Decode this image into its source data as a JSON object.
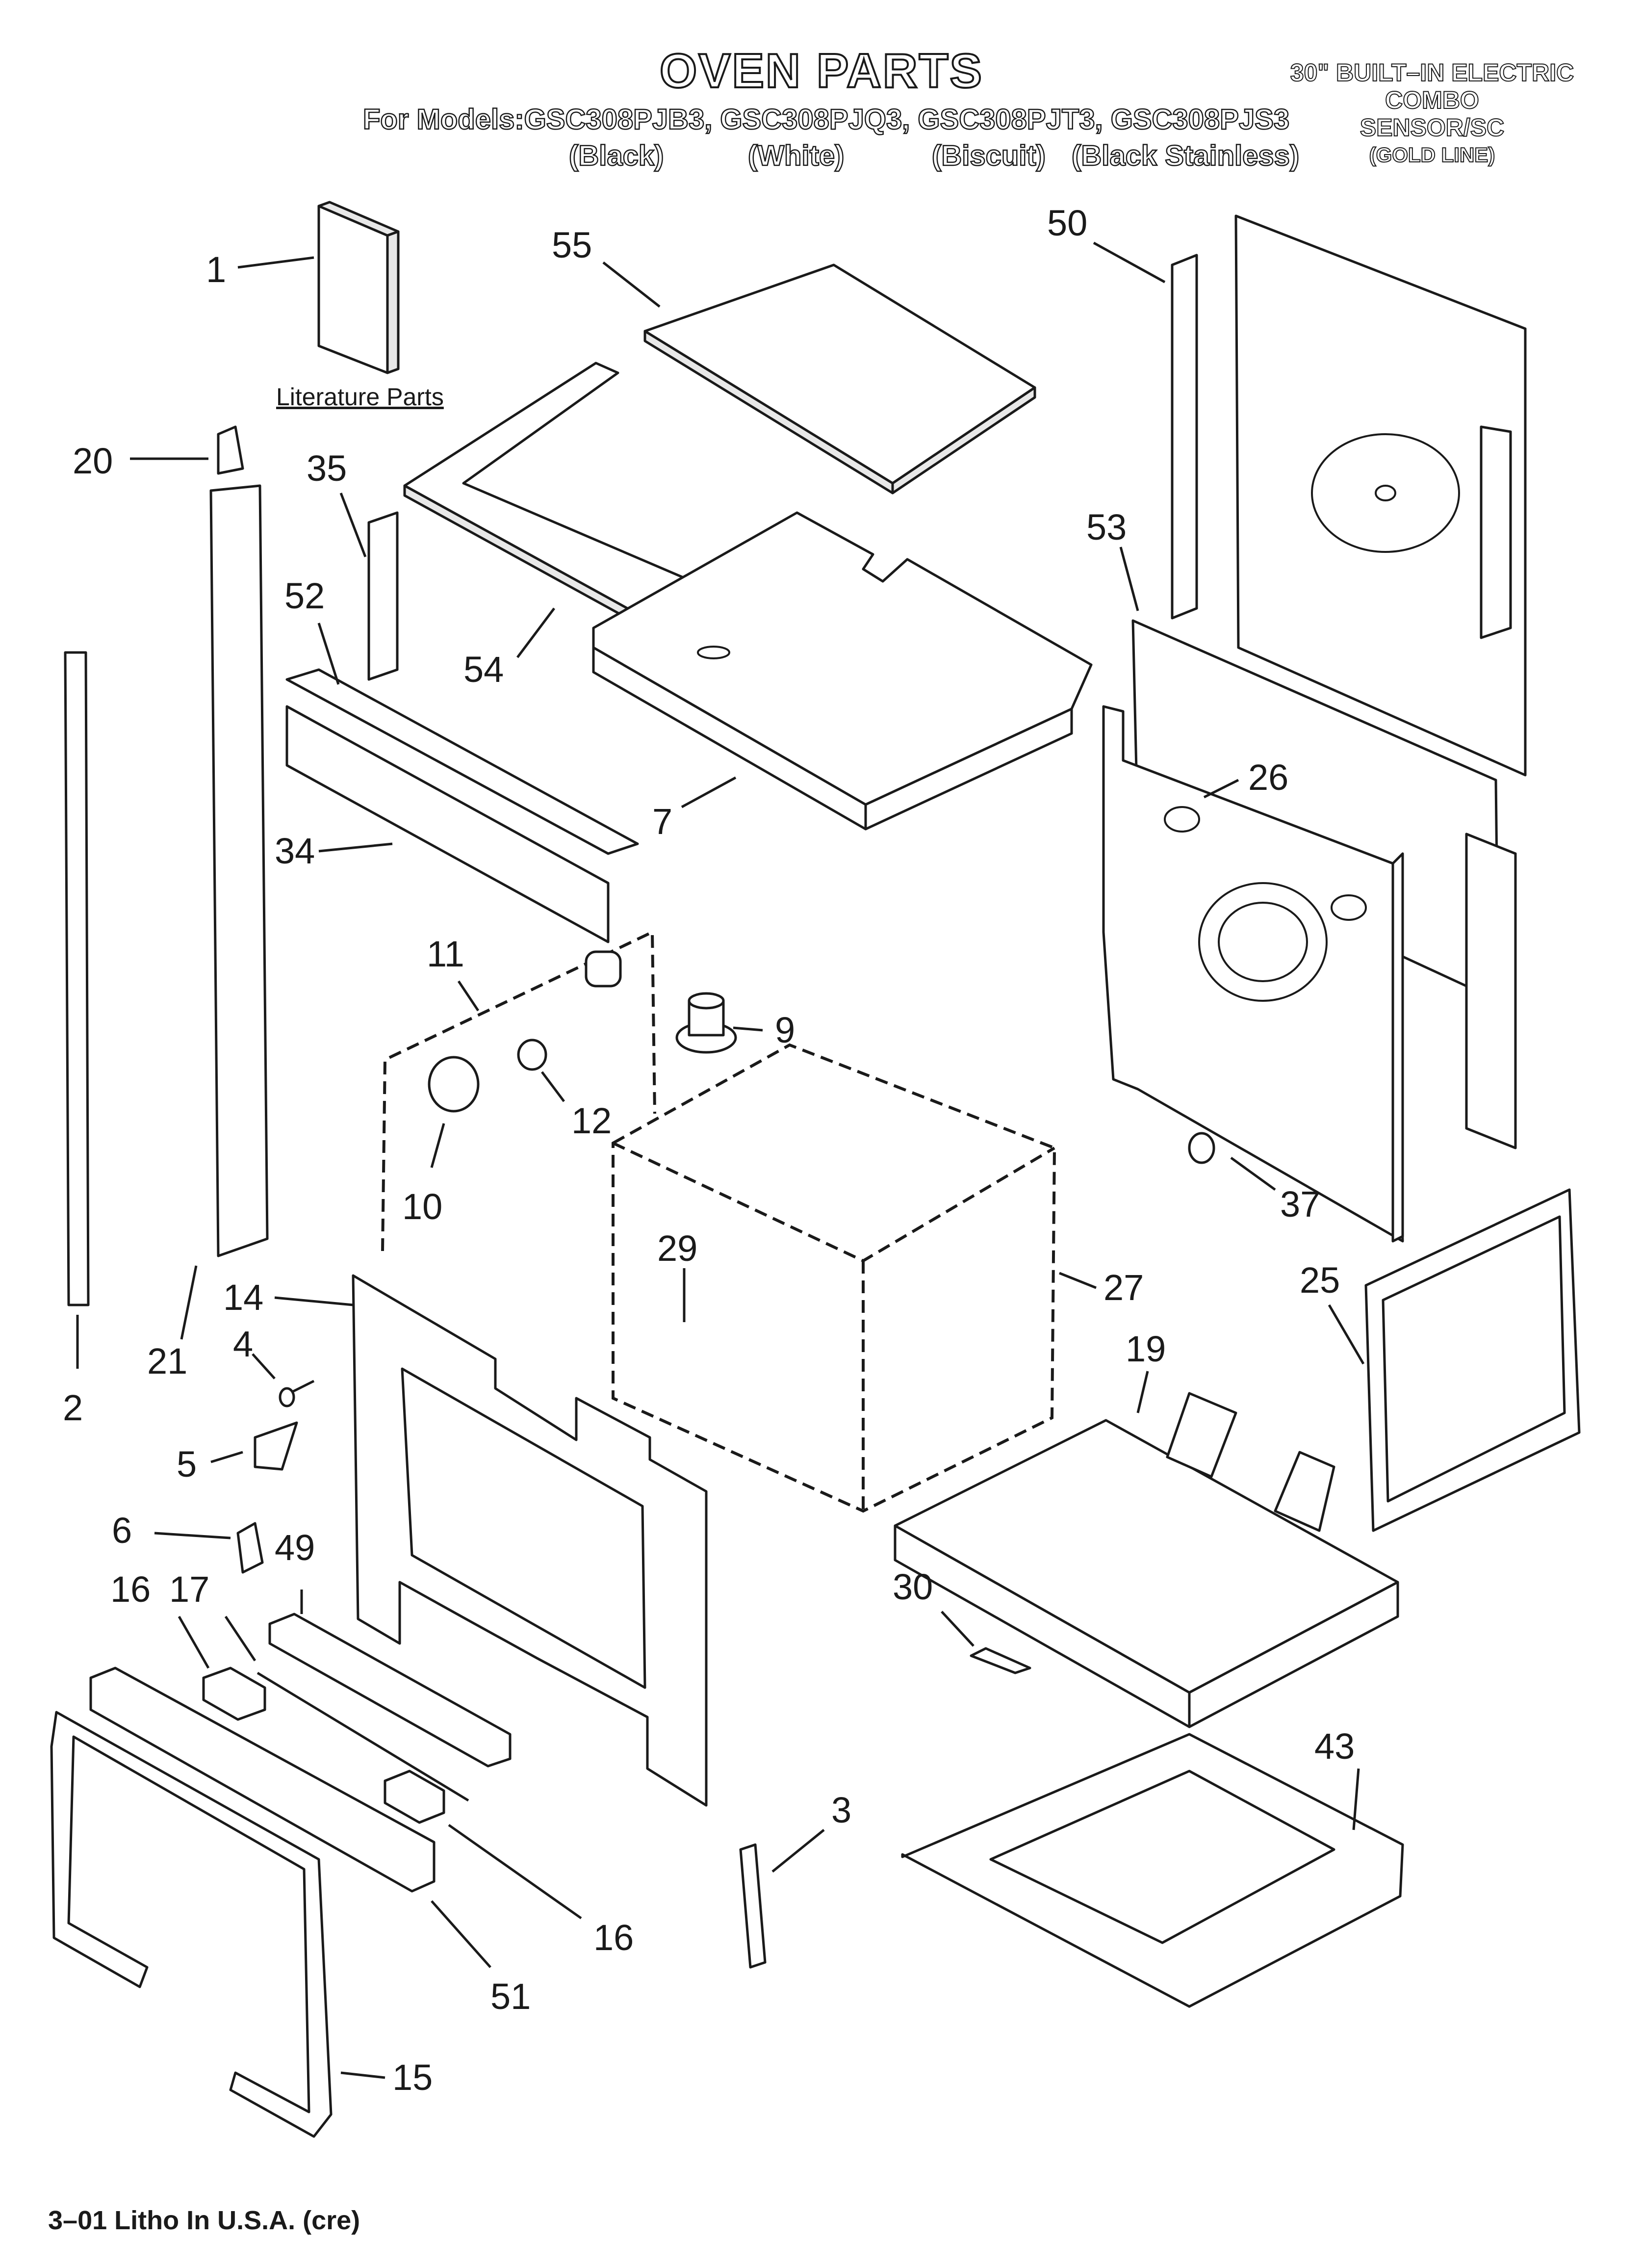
{
  "header": {
    "title": "OVEN PARTS",
    "models_line": "For Models:GSC308PJB3, GSC308PJQ3, GSC308PJT3, GSC308PJS3",
    "colors": [
      "(Black)",
      "(White)",
      "(Biscuit)",
      "(Black Stainless)"
    ],
    "spec_lines": [
      "30\" BUILT–IN ELECTRIC",
      "COMBO",
      "SENSOR/SC",
      "(GOLD LINE)"
    ]
  },
  "literature_label": "Literature Parts",
  "footer": "3–01 Litho In U.S.A. (cre)",
  "callouts": [
    "1",
    "55",
    "50",
    "20",
    "35",
    "53",
    "52",
    "54",
    "7",
    "26",
    "34",
    "11",
    "9",
    "12",
    "10",
    "37",
    "29",
    "27",
    "25",
    "14",
    "21",
    "4",
    "2",
    "19",
    "5",
    "6",
    "49",
    "30",
    "16",
    "17",
    "43",
    "3",
    "16",
    "51",
    "15"
  ]
}
